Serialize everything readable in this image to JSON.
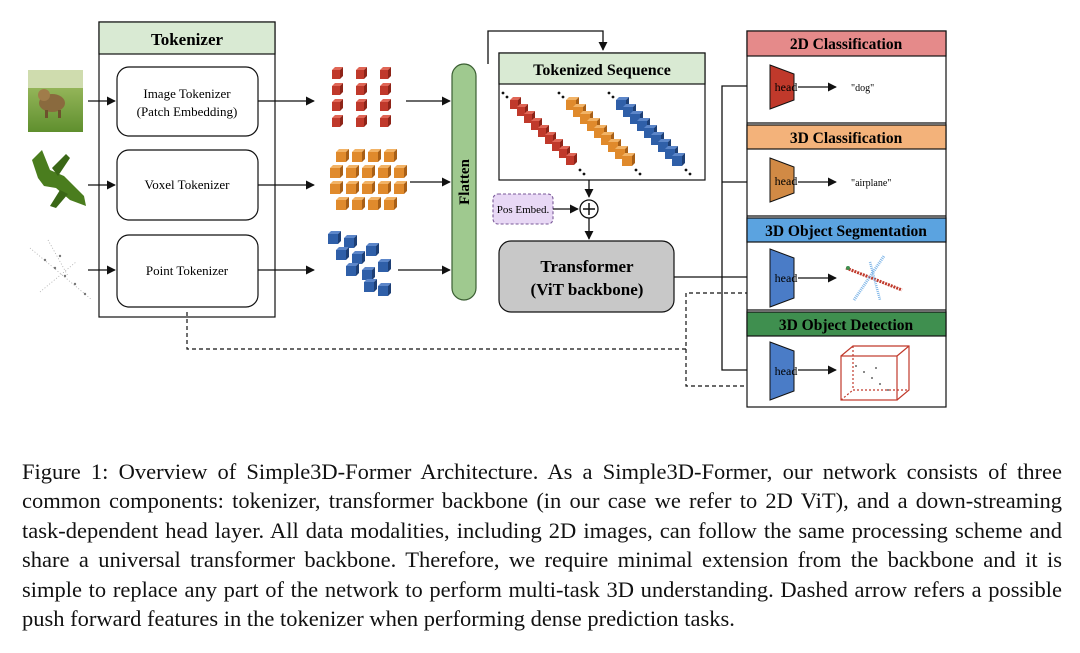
{
  "tokenizer": {
    "title": "Tokenizer",
    "image_tokenizer_line1": "Image Tokenizer",
    "image_tokenizer_line2": "(Patch Embedding)",
    "voxel_tokenizer": "Voxel Tokenizer",
    "point_tokenizer": "Point Tokenizer"
  },
  "flatten_label": "Flatten",
  "tokenized_sequence_title": "Tokenized Sequence",
  "pos_embed_label": "Pos Embed.",
  "transformer": {
    "line1": "Transformer",
    "line2": "(ViT backbone)"
  },
  "tasks": [
    {
      "title": "2D Classification",
      "head": "head",
      "output": "\"dog\"",
      "color": "#e58a8a"
    },
    {
      "title": "3D Classification",
      "head": "head",
      "output": "\"airplane\"",
      "color": "#f3b27a"
    },
    {
      "title": "3D Object Segmentation",
      "head": "head",
      "output": "",
      "color": "#5ba3e0"
    },
    {
      "title": "3D Object Detection",
      "head": "head",
      "output": "",
      "color": "#3f8f4f"
    }
  ],
  "colors": {
    "tokenizer_header": "#d9ead3",
    "flatten_fill": "#9fc98f",
    "transformer_fill": "#c8c8c8",
    "pos_embed_fill": "#e8d8f5",
    "image_token": "#c0392b",
    "voxel_token": "#e08a2c",
    "point_token": "#2f5fa8"
  },
  "caption": "Figure 1: Overview of Simple3D-Former Architecture. As a Simple3D-Former, our network consists of three common components: tokenizer, transformer backbone (in our case we refer to 2D ViT), and a down-streaming task-dependent head layer. All data modalities, including 2D images, can follow the same processing scheme and share a universal transformer backbone. Therefore, we require minimal extension from the backbone and it is simple to replace any part of the network to perform multi-task 3D understanding. Dashed arrow refers a possible push forward features in the tokenizer when performing dense prediction tasks."
}
